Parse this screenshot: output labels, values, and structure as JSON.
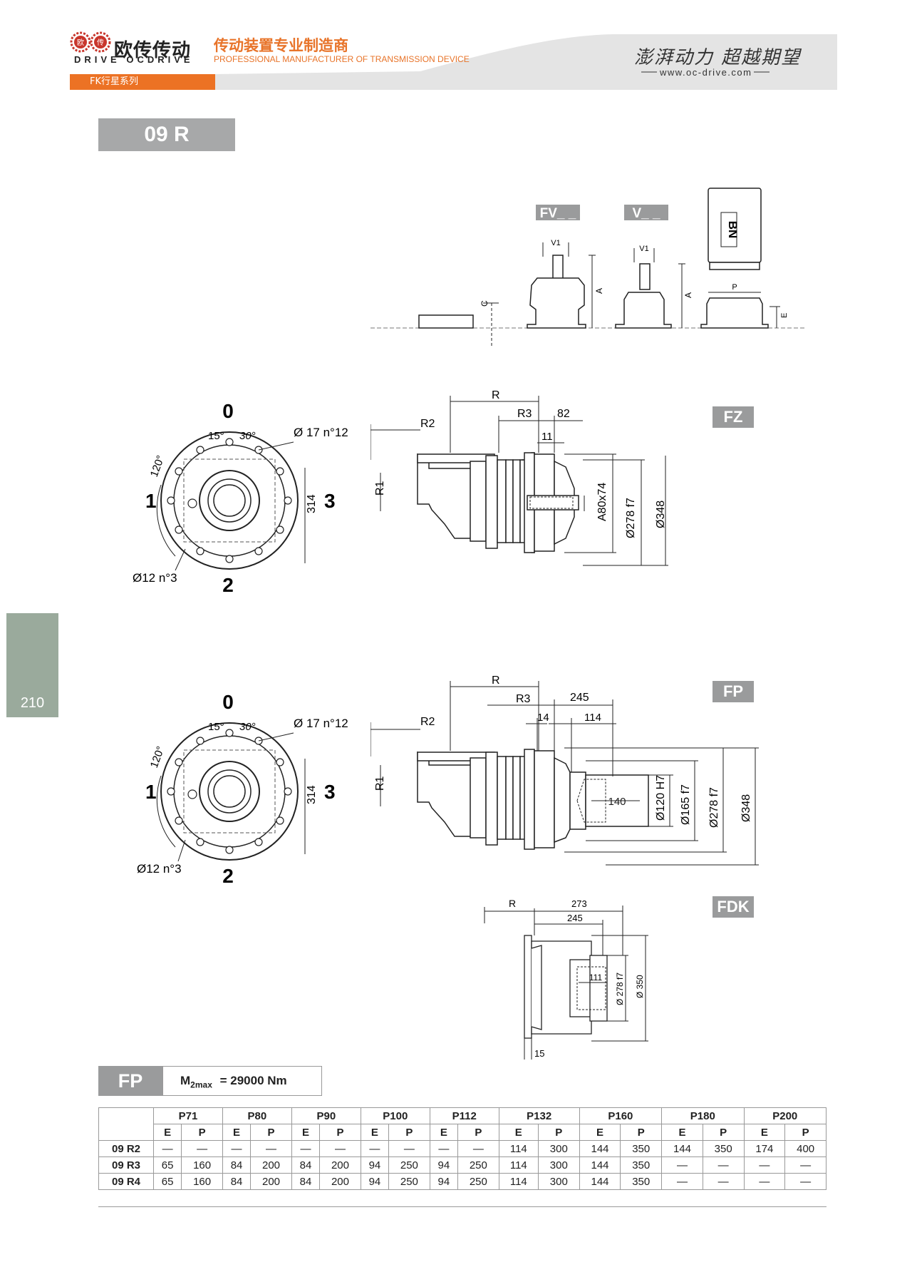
{
  "header": {
    "logo_badge_left": "欧",
    "logo_badge_right": "传",
    "brand_cn": "欧传传动",
    "brand_en": "DRIVE OCDRIVE",
    "tagline_cn": "传动装置专业制造商",
    "tagline_en": "PROFESSIONAL MANUFACTURER OF TRANSMISSION DEVICE",
    "slogan": "澎湃动力 超越期望",
    "website": "www.oc-drive.com",
    "series": "FK行星系列"
  },
  "title": "09 R",
  "page_number": "210",
  "colors": {
    "accent": "#ec7224",
    "gray_label": "#9a9b9c",
    "page_tab": "#9aaa9c"
  },
  "drawings": {
    "top": {
      "fv_label": "FV_ _",
      "v_label": "V_ _",
      "bn_label": "BN",
      "dims": {
        "v1a": "V1",
        "v1b": "V1",
        "a1": "A",
        "a2": "A",
        "c": "C",
        "p": "P",
        "e": "E"
      }
    },
    "fz": {
      "label": "FZ",
      "pos": {
        "p0": "0",
        "p1": "1",
        "p2": "2",
        "p3": "3"
      },
      "angles": {
        "a15": "15°",
        "a30": "30°",
        "a120": "120°"
      },
      "holes_top": "Ø 17 n°12",
      "holes_bottom": "Ø12 n°3",
      "d314": "314",
      "dims": {
        "r": "R",
        "r2": "R2",
        "r3": "R3",
        "d82": "82",
        "d11": "11",
        "r1": "R1",
        "spline": "A80x74",
        "d278": "Ø278 f7",
        "d348": "Ø348"
      }
    },
    "fp": {
      "label": "FP",
      "pos": {
        "p0": "0",
        "p1": "1",
        "p2": "2",
        "p3": "3"
      },
      "angles": {
        "a15": "15°",
        "a30": "30°",
        "a120": "120°"
      },
      "holes_top": "Ø 17 n°12",
      "holes_bottom": "Ø12 n°3",
      "d314": "314",
      "dims": {
        "r": "R",
        "r2": "R2",
        "r3": "R3",
        "d245": "245",
        "d14": "14",
        "d114": "114",
        "d140": "140",
        "r1": "R1",
        "d120": "Ø120 H7",
        "d165": "Ø165 f7",
        "d278": "Ø278 f7",
        "d348": "Ø348"
      }
    },
    "fdk": {
      "label": "FDK",
      "dims": {
        "r": "R",
        "d273": "273",
        "d245": "245",
        "d111": "111",
        "d278": "Ø 278 f7",
        "d350": "Ø 350",
        "d15": "15"
      }
    }
  },
  "table": {
    "tag": "FP",
    "torque_symbol": "M",
    "torque_sub": "2max",
    "torque_value": "= 29000 Nm",
    "groups": [
      "P71",
      "P80",
      "P90",
      "P100",
      "P112",
      "P132",
      "P160",
      "P180",
      "P200"
    ],
    "sub_e": "E",
    "sub_p": "P",
    "rows": [
      {
        "label": "09 R2",
        "values": [
          "—",
          "—",
          "—",
          "—",
          "—",
          "—",
          "—",
          "—",
          "—",
          "—",
          "114",
          "300",
          "144",
          "350",
          "144",
          "350",
          "174",
          "400"
        ]
      },
      {
        "label": "09 R3",
        "values": [
          "65",
          "160",
          "84",
          "200",
          "84",
          "200",
          "94",
          "250",
          "94",
          "250",
          "114",
          "300",
          "144",
          "350",
          "—",
          "—",
          "—",
          "—"
        ]
      },
      {
        "label": "09 R4",
        "values": [
          "65",
          "160",
          "84",
          "200",
          "84",
          "200",
          "94",
          "250",
          "94",
          "250",
          "114",
          "300",
          "144",
          "350",
          "—",
          "—",
          "—",
          "—"
        ]
      }
    ]
  }
}
